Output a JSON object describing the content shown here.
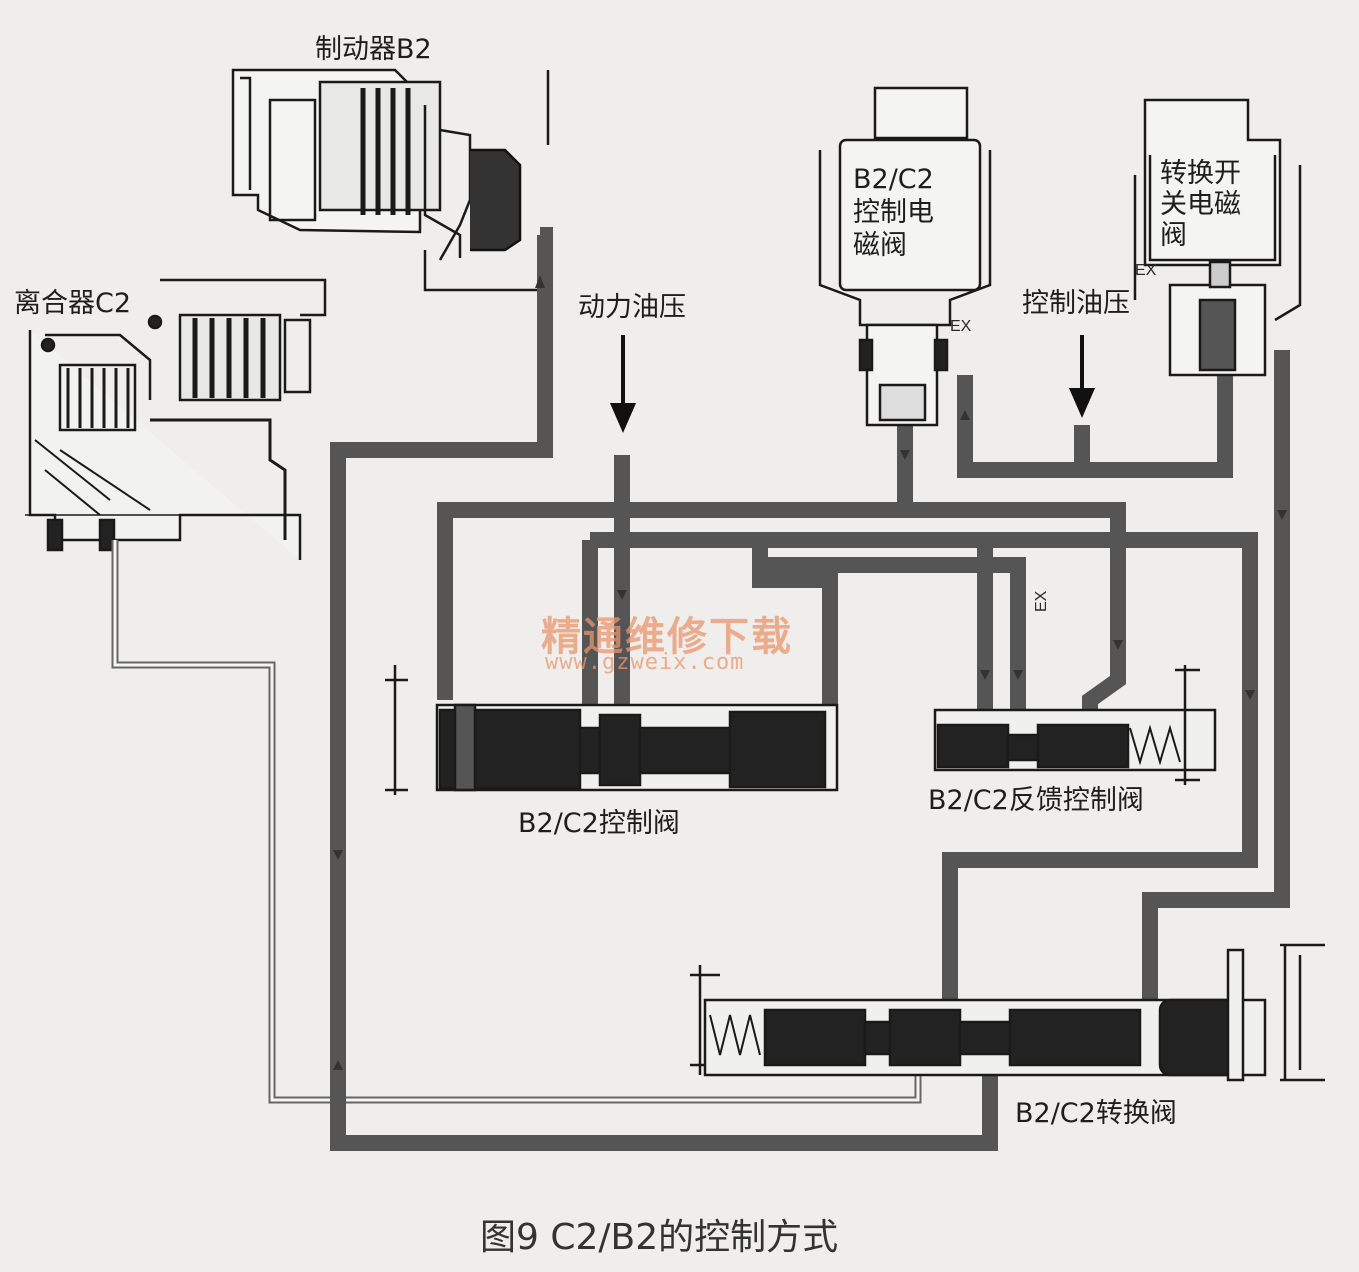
{
  "labels": {
    "brake_b2": "制动器B2",
    "clutch_c2": "离合器C2",
    "power_pressure": "动力油压",
    "control_pressure": "控制油压",
    "b2c2_solenoid": "B2/C2\n控制电\n磁阀",
    "switch_solenoid": "转换开\n关电磁\n阀",
    "b2c2_control_valve": "B2/C2控制阀",
    "b2c2_feedback_valve": "B2/C2反馈控制阀",
    "b2c2_switch_valve": "B2/C2转换阀"
  },
  "exhaust_labels": {
    "ex_solenoid": "EX",
    "ex_switch": "EX",
    "ex_feedback": "EX"
  },
  "watermark": {
    "line1": "精通维修下载",
    "line2": "www.gzweix.com"
  },
  "caption": "图9  C2/B2的控制方式",
  "colors": {
    "background": "#efeeec",
    "oil_line": "#555555",
    "outline": "#1a1a1a",
    "spool": "#222222",
    "watermark": "#e8966e"
  }
}
